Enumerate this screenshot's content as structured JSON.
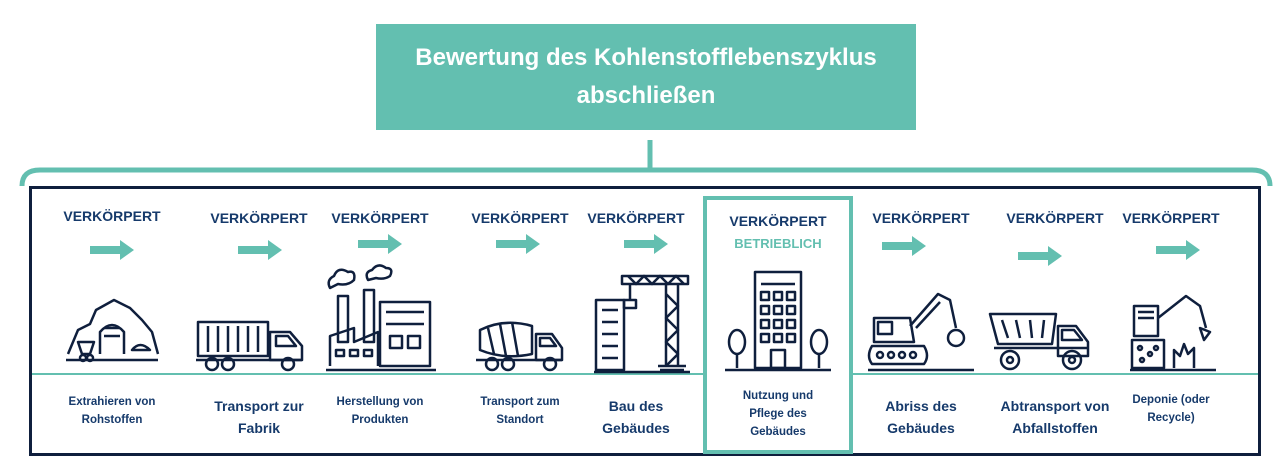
{
  "title": "Bewertung des Kohlenstofflebenszyklus abschließen",
  "colors": {
    "teal": "#63bfb0",
    "navy": "#0f1f3d",
    "text": "#163a6b"
  },
  "stages": [
    {
      "header": "VERKÖRPERT",
      "label": "Extrahieren von Rohstoffen",
      "icon": "mine-icon"
    },
    {
      "header": "VERKÖRPERT",
      "label": "Transport zur Fabrik",
      "icon": "truck-icon"
    },
    {
      "header": "VERKÖRPERT",
      "label": "Herstellung von Produkten",
      "icon": "factory-icon"
    },
    {
      "header": "VERKÖRPERT",
      "label": "Transport zum Standort",
      "icon": "mixer-truck-icon"
    },
    {
      "header": "VERKÖRPERT",
      "label": "Bau des Gebäudes",
      "icon": "crane-icon"
    },
    {
      "header": "VERKÖRPERT",
      "subheader": "BETRIEBLICH",
      "label": "Nutzung und Pflege des Gebäudes",
      "icon": "building-icon"
    },
    {
      "header": "VERKÖRPERT",
      "label": "Abriss des Gebäudes",
      "icon": "excavator-icon"
    },
    {
      "header": "VERKÖRPERT",
      "label": "Abtransport von Abfallstoffen",
      "icon": "dump-truck-icon"
    },
    {
      "header": "VERKÖRPERT",
      "label": "Deponie (oder Recycle)",
      "icon": "landfill-icon"
    }
  ]
}
